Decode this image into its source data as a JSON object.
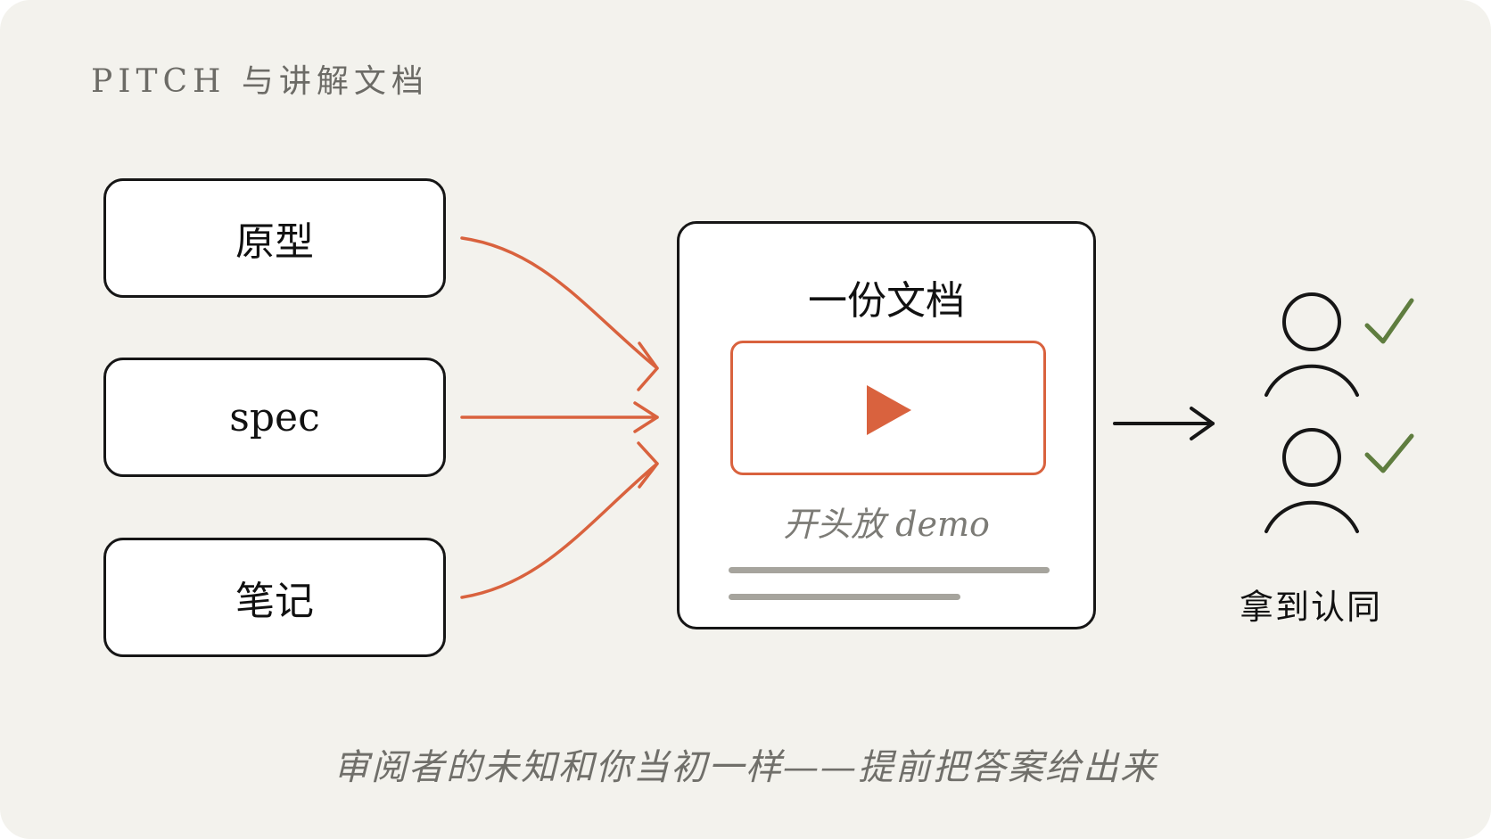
{
  "eyebrow": "PITCH 与讲解文档",
  "inputs": [
    {
      "label": "原型"
    },
    {
      "label": "spec"
    },
    {
      "label": "笔记"
    }
  ],
  "document": {
    "title": "一份文档",
    "caption": "开头放 demo"
  },
  "outcome": {
    "label": "拿到认同"
  },
  "tagline": "审阅者的未知和你当初一样——提前把答案给出来",
  "colors": {
    "background": "#f3f2ed",
    "accent": "#d9623e",
    "check": "#5f7d3f",
    "ink": "#161616"
  },
  "icons": [
    "play-icon",
    "person-icon",
    "check-icon",
    "arrow-icon"
  ]
}
